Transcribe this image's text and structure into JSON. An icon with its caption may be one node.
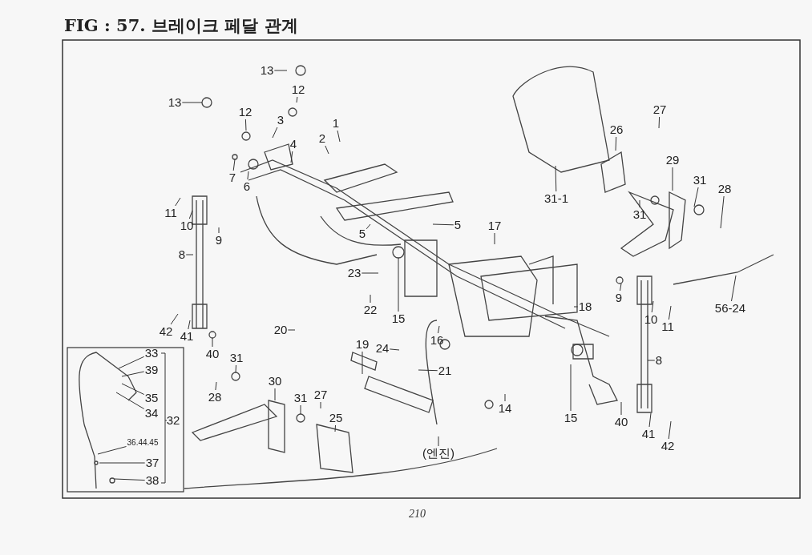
{
  "diagram": {
    "title": "FIG : 57. 브레이크 페달 관계",
    "nodes": [
      {
        "text": [
          "13"
        ]
      },
      {
        "text": [
          "12"
        ]
      },
      {
        "text": [
          "13"
        ]
      },
      {
        "text": [
          "12"
        ]
      },
      {
        "text": [
          "3"
        ]
      },
      {
        "text": [
          "1"
        ]
      },
      {
        "text": [
          "4"
        ]
      },
      {
        "text": [
          "2"
        ]
      },
      {
        "text": [
          "7"
        ]
      },
      {
        "text": [
          "6"
        ]
      },
      {
        "text": [
          "11"
        ]
      },
      {
        "text": [
          "10"
        ]
      },
      {
        "text": [
          "9"
        ]
      },
      {
        "text": [
          "8"
        ]
      },
      {
        "text": [
          "5"
        ]
      },
      {
        "text": [
          "5"
        ]
      },
      {
        "text": [
          "31-1"
        ]
      },
      {
        "text": [
          "26"
        ]
      },
      {
        "text": [
          "27"
        ]
      },
      {
        "text": [
          "29"
        ]
      },
      {
        "text": [
          "31"
        ]
      },
      {
        "text": [
          "28"
        ]
      },
      {
        "text": [
          "31"
        ]
      },
      {
        "text": [
          "17"
        ]
      },
      {
        "text": [
          "56-24"
        ]
      },
      {
        "text": [
          "9"
        ]
      },
      {
        "text": [
          "10"
        ]
      },
      {
        "text": [
          "11"
        ]
      },
      {
        "text": [
          "8"
        ]
      },
      {
        "text": [
          "40"
        ]
      },
      {
        "text": [
          "41"
        ]
      },
      {
        "text": [
          "42"
        ]
      },
      {
        "text": [
          "23"
        ]
      },
      {
        "text": [
          "22"
        ]
      },
      {
        "text": [
          "15"
        ]
      },
      {
        "text": [
          "18"
        ]
      },
      {
        "text": [
          "16"
        ]
      },
      {
        "text": [
          "24"
        ]
      },
      {
        "text": [
          "19"
        ]
      },
      {
        "text": [
          "21"
        ]
      },
      {
        "text": [
          "14"
        ]
      },
      {
        "text": [
          "15"
        ]
      },
      {
        "text": [
          "(엔진)"
        ]
      },
      {
        "text": [
          "20"
        ]
      },
      {
        "text": [
          "42"
        ]
      },
      {
        "text": [
          "41"
        ]
      },
      {
        "text": [
          "40"
        ]
      },
      {
        "text": [
          "31"
        ]
      },
      {
        "text": [
          "28"
        ]
      },
      {
        "text": [
          "30"
        ]
      },
      {
        "text": [
          "31"
        ]
      },
      {
        "text": [
          "27"
        ]
      },
      {
        "text": [
          "25"
        ]
      },
      {
        "text": [
          "33"
        ]
      },
      {
        "text": [
          "39"
        ]
      },
      {
        "text": [
          "35"
        ]
      },
      {
        "text": [
          "34"
        ]
      },
      {
        "text": [
          "36.44.45"
        ]
      },
      {
        "text": [
          "37"
        ]
      },
      {
        "text": [
          "38"
        ]
      }
    ],
    "edges": [
      {
        "from": 0,
        "to": null,
        "arrow": "none"
      },
      {
        "from": 1,
        "to": null,
        "arrow": "none"
      },
      {
        "from": 2,
        "to": null,
        "arrow": "none"
      },
      {
        "from": 3,
        "to": null,
        "arrow": "none"
      },
      {
        "from": 4,
        "to": null,
        "arrow": "none"
      },
      {
        "from": 5,
        "to": null,
        "arrow": "none"
      },
      {
        "from": 6,
        "to": null,
        "arrow": "none"
      },
      {
        "from": 7,
        "to": null,
        "arrow": "none"
      },
      {
        "from": 8,
        "to": null,
        "arrow": "none"
      },
      {
        "from": 9,
        "to": null,
        "arrow": "none"
      },
      {
        "from": 10,
        "to": null,
        "arrow": "none"
      },
      {
        "from": 11,
        "to": null,
        "arrow": "none"
      },
      {
        "from": 12,
        "to": null,
        "arrow": "none"
      },
      {
        "from": 13,
        "to": null,
        "arrow": "none"
      },
      {
        "from": 14,
        "to": null,
        "arrow": "none"
      },
      {
        "from": 15,
        "to": null,
        "arrow": "none"
      },
      {
        "from": 16,
        "to": null,
        "arrow": "none"
      },
      {
        "from": 17,
        "to": null,
        "arrow": "none"
      },
      {
        "from": 18,
        "to": null,
        "arrow": "none"
      },
      {
        "from": 19,
        "to": null,
        "arrow": "none"
      },
      {
        "from": 20,
        "to": null,
        "arrow": "none"
      },
      {
        "from": 21,
        "to": null,
        "arrow": "none"
      },
      {
        "from": 22,
        "to": null,
        "arrow": "none"
      },
      {
        "from": 23,
        "to": null,
        "arrow": "none"
      },
      {
        "from": 24,
        "to": null,
        "arrow": "none"
      },
      {
        "from": 25,
        "to": null,
        "arrow": "none"
      },
      {
        "from": 26,
        "to": null,
        "arrow": "none"
      },
      {
        "from": 27,
        "to": null,
        "arrow": "none"
      },
      {
        "from": 28,
        "to": null,
        "arrow": "none"
      },
      {
        "from": 29,
        "to": null,
        "arrow": "none"
      },
      {
        "from": 30,
        "to": null,
        "arrow": "none"
      },
      {
        "from": 31,
        "to": null,
        "arrow": "none"
      },
      {
        "from": 32,
        "to": null,
        "arrow": "none"
      },
      {
        "from": 33,
        "to": null,
        "arrow": "none"
      },
      {
        "from": 34,
        "to": null,
        "arrow": "none"
      },
      {
        "from": 35,
        "to": null,
        "arrow": "none"
      },
      {
        "from": 36,
        "to": null,
        "arrow": "none"
      },
      {
        "from": 37,
        "to": null,
        "arrow": "none"
      },
      {
        "from": 38,
        "to": null,
        "arrow": "none"
      },
      {
        "from": 39,
        "to": null,
        "arrow": "none"
      },
      {
        "from": 40,
        "to": null,
        "arrow": "none"
      },
      {
        "from": 41,
        "to": null,
        "arrow": "none"
      },
      {
        "from": 42,
        "to": null,
        "arrow": "none"
      },
      {
        "from": 43,
        "to": null,
        "arrow": "none"
      },
      {
        "from": 44,
        "to": null,
        "arrow": "none"
      },
      {
        "from": 45,
        "to": null,
        "arrow": "none"
      },
      {
        "from": 46,
        "to": null,
        "arrow": "none"
      },
      {
        "from": 47,
        "to": null,
        "arrow": "none"
      },
      {
        "from": 48,
        "to": null,
        "arrow": "none"
      },
      {
        "from": 49,
        "to": null,
        "arrow": "none"
      },
      {
        "from": 50,
        "to": null,
        "arrow": "none"
      },
      {
        "from": 51,
        "to": null,
        "arrow": "none"
      },
      {
        "from": 52,
        "to": null,
        "arrow": "none"
      },
      {
        "from": 53,
        "to": null,
        "arrow": "none"
      },
      {
        "from": 54,
        "to": null,
        "arrow": "none"
      },
      {
        "from": 55,
        "to": null,
        "arrow": "none"
      },
      {
        "from": 56,
        "to": null,
        "arrow": "none"
      },
      {
        "from": 57,
        "to": null,
        "arrow": "none"
      },
      {
        "from": 58,
        "to": null,
        "arrow": "none"
      },
      {
        "from": 59,
        "to": null,
        "arrow": "none"
      }
    ],
    "labels": [
      "32",
      "210"
    ]
  }
}
